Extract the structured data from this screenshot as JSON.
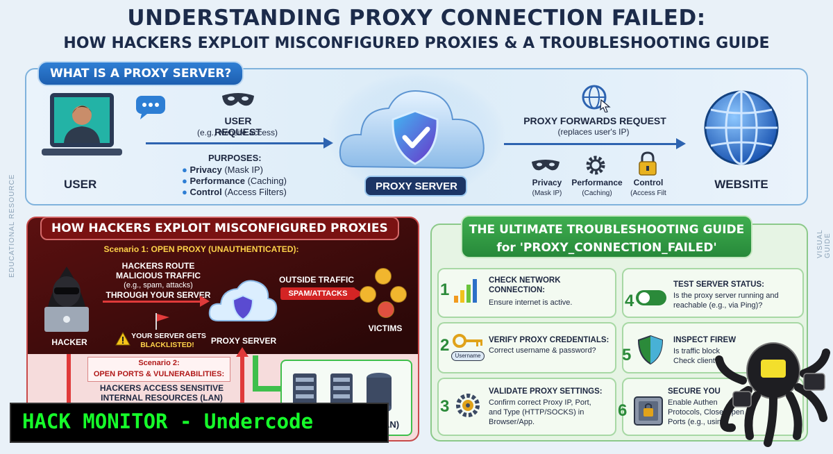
{
  "title": {
    "line1": "UNDERSTANDING PROXY CONNECTION FAILED:",
    "line2": "HOW HACKERS EXPLOIT MISCONFIGURED PROXIES & A TROUBLESHOOTING GUIDE"
  },
  "side_labels": {
    "left": "EDUCATIONAL RESOURCE",
    "right": "VISUAL GUIDE"
  },
  "proxy_section": {
    "heading": "WHAT IS A PROXY SERVER?",
    "user_label": "USER",
    "request_title": "USER REQUEST",
    "request_sub": "(e.g., website access)",
    "purposes_title": "PURPOSES:",
    "purposes": [
      {
        "bold": "Privacy",
        "rest": " (Mask IP)"
      },
      {
        "bold": "Performance",
        "rest": " (Caching)"
      },
      {
        "bold": "Control",
        "rest": " (Access Filters)"
      }
    ],
    "proxy_label": "PROXY SERVER",
    "forward_title": "PROXY FORWARDS REQUEST",
    "forward_sub": "(replaces user's IP)",
    "mini": [
      {
        "title": "Privacy",
        "sub": "(Mask IP)"
      },
      {
        "title": "Performance",
        "sub": "(Caching)"
      },
      {
        "title": "Control",
        "sub": "(Access Filt"
      }
    ],
    "website_label": "WEBSITE"
  },
  "hack_section": {
    "heading": "HOW HACKERS EXPLOIT MISCONFIGURED PROXIES",
    "scenario1": "Scenario 1: OPEN PROXY (UNAUTHENTICATED):",
    "route_lines": [
      "HACKERS ROUTE",
      "MALICIOUS TRAFFIC",
      "(e.g., spam, attacks)",
      "THROUGH YOUR SERVER"
    ],
    "outside_traffic": "OUTSIDE TRAFFIC",
    "spam": "SPAM/ATTACKS",
    "victims": "VICTIMS",
    "hacker": "HACKER",
    "blacklist1": "YOUR SERVER GETS",
    "blacklist2": "BLACKLISTED!",
    "proxy_server": "PROXY SERVER",
    "scenario2_a": "Scenario 2:",
    "scenario2_b": "OPEN PORTS & VULNERABILITIES:",
    "access1": "HACKERS ACCESS SENSITIVE",
    "access2": "INTERNAL RESOURCES (LAN)",
    "lan_cut": "AN)"
  },
  "guide": {
    "heading1": "THE ULTIMATE TROUBLESHOOTING GUIDE",
    "heading2": "for 'PROXY_CONNECTION_FAILED'",
    "steps": [
      {
        "num": "1",
        "title": "CHECK NETWORK",
        "title2": "CONNECTION:",
        "desc": "Ensure internet is active.",
        "desc2": ""
      },
      {
        "num": "2",
        "title": "VERIFY PROXY CREDENTIALS:",
        "title2": "",
        "desc": "Correct username & password?",
        "desc2": ""
      },
      {
        "num": "3",
        "title": "VALIDATE PROXY SETTINGS:",
        "title2": "",
        "desc": "Confirm correct Proxy IP, Port,",
        "desc2": "and Type (HTTP/SOCKS) in",
        "desc3": "Browser/App."
      },
      {
        "num": "4",
        "title": "TEST SERVER STATUS:",
        "title2": "",
        "desc": "Is the proxy server running and",
        "desc2": "reachable (e.g., via Ping)?"
      },
      {
        "num": "5",
        "title": "INSPECT FIREW",
        "title2": "",
        "desc": "Is traffic block",
        "desc2": "Check client"
      },
      {
        "num": "6",
        "title": "SECURE YOU",
        "title2": "",
        "desc": "Enable Authen",
        "desc2": "Protocols, Close Open M",
        "desc3": "Ports (e.g., using"
      }
    ],
    "username_tag": "Username"
  },
  "banner": {
    "text": "HACK MONITOR - Undercode"
  },
  "colors": {
    "accent_blue": "#2d63b0",
    "green": "#2b8a3a",
    "red": "#7a1212",
    "banner_green": "#16ff2a"
  }
}
